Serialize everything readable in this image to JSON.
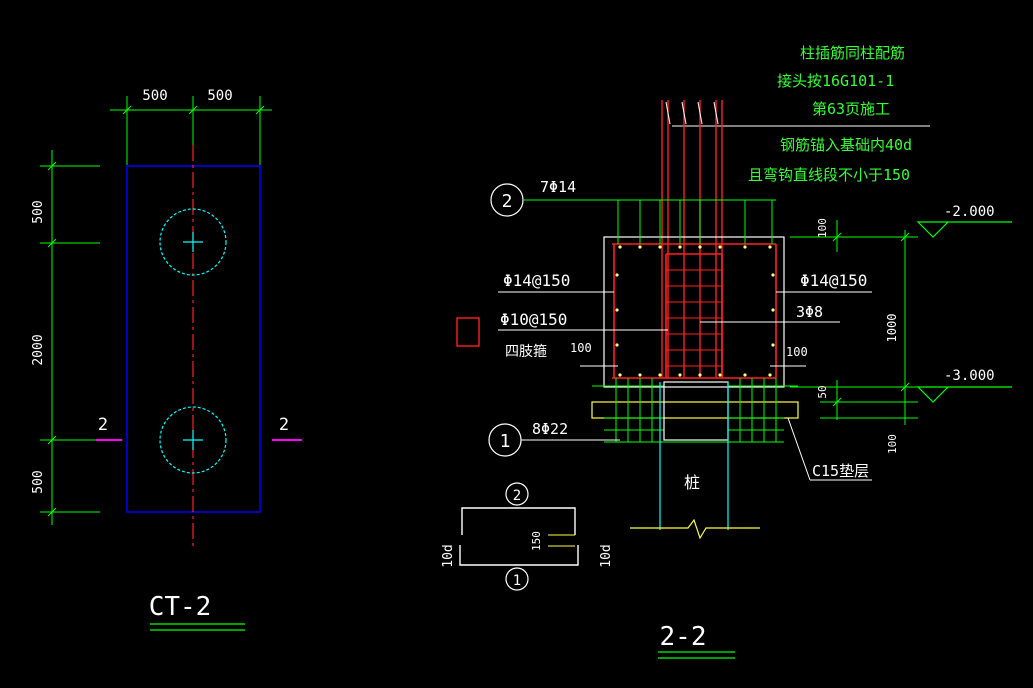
{
  "colors": {
    "background": "#000000",
    "dim_line": "#00ff00",
    "outline": "#0000ff",
    "pile_circle": "#00ffff",
    "centerline": "#ff0000",
    "rebar": "#ff2020",
    "section_mark": "#ff00ff",
    "text_white": "#ffffff",
    "text_green": "#33ff33",
    "cushion": "#ffff40"
  },
  "plan": {
    "title": "CT-2",
    "dim_top_left": "500",
    "dim_top_right": "500",
    "dim_left_top": "500",
    "dim_left_middle": "2000",
    "dim_left_bottom": "500",
    "cut_mark_left": "2",
    "cut_mark_right": "2"
  },
  "section": {
    "title": "2-2",
    "notes": [
      "柱插筋同柱配筋",
      "接头按16G101-1",
      "第63页施工",
      "钢筋锚入基础内40d",
      "且弯钩直线段不小于150"
    ],
    "bar2_circle": "2",
    "bar2_label": "7Φ14",
    "bar1_circle": "1",
    "bar1_label": "8Φ22",
    "left_side_bar": "Φ14@150",
    "right_side_bar": "Φ14@150",
    "stirrup_label": "Φ10@150",
    "stirrup_type": "四肢箍",
    "col_bar_label": "3Φ8",
    "cover_left": "100",
    "cover_right": "100",
    "dim_top_100": "100",
    "dim_height": "1000",
    "dim_50": "50",
    "dim_bottom_100": "100",
    "elev_top": "-2.000",
    "elev_bottom": "-3.000",
    "cushion_label": "C15垫层",
    "pile_label": "桩"
  },
  "bar_detail": {
    "top_circle": "2",
    "bottom_circle": "1",
    "dim_150": "150",
    "left_10d": "10d",
    "right_10d": "10d"
  }
}
